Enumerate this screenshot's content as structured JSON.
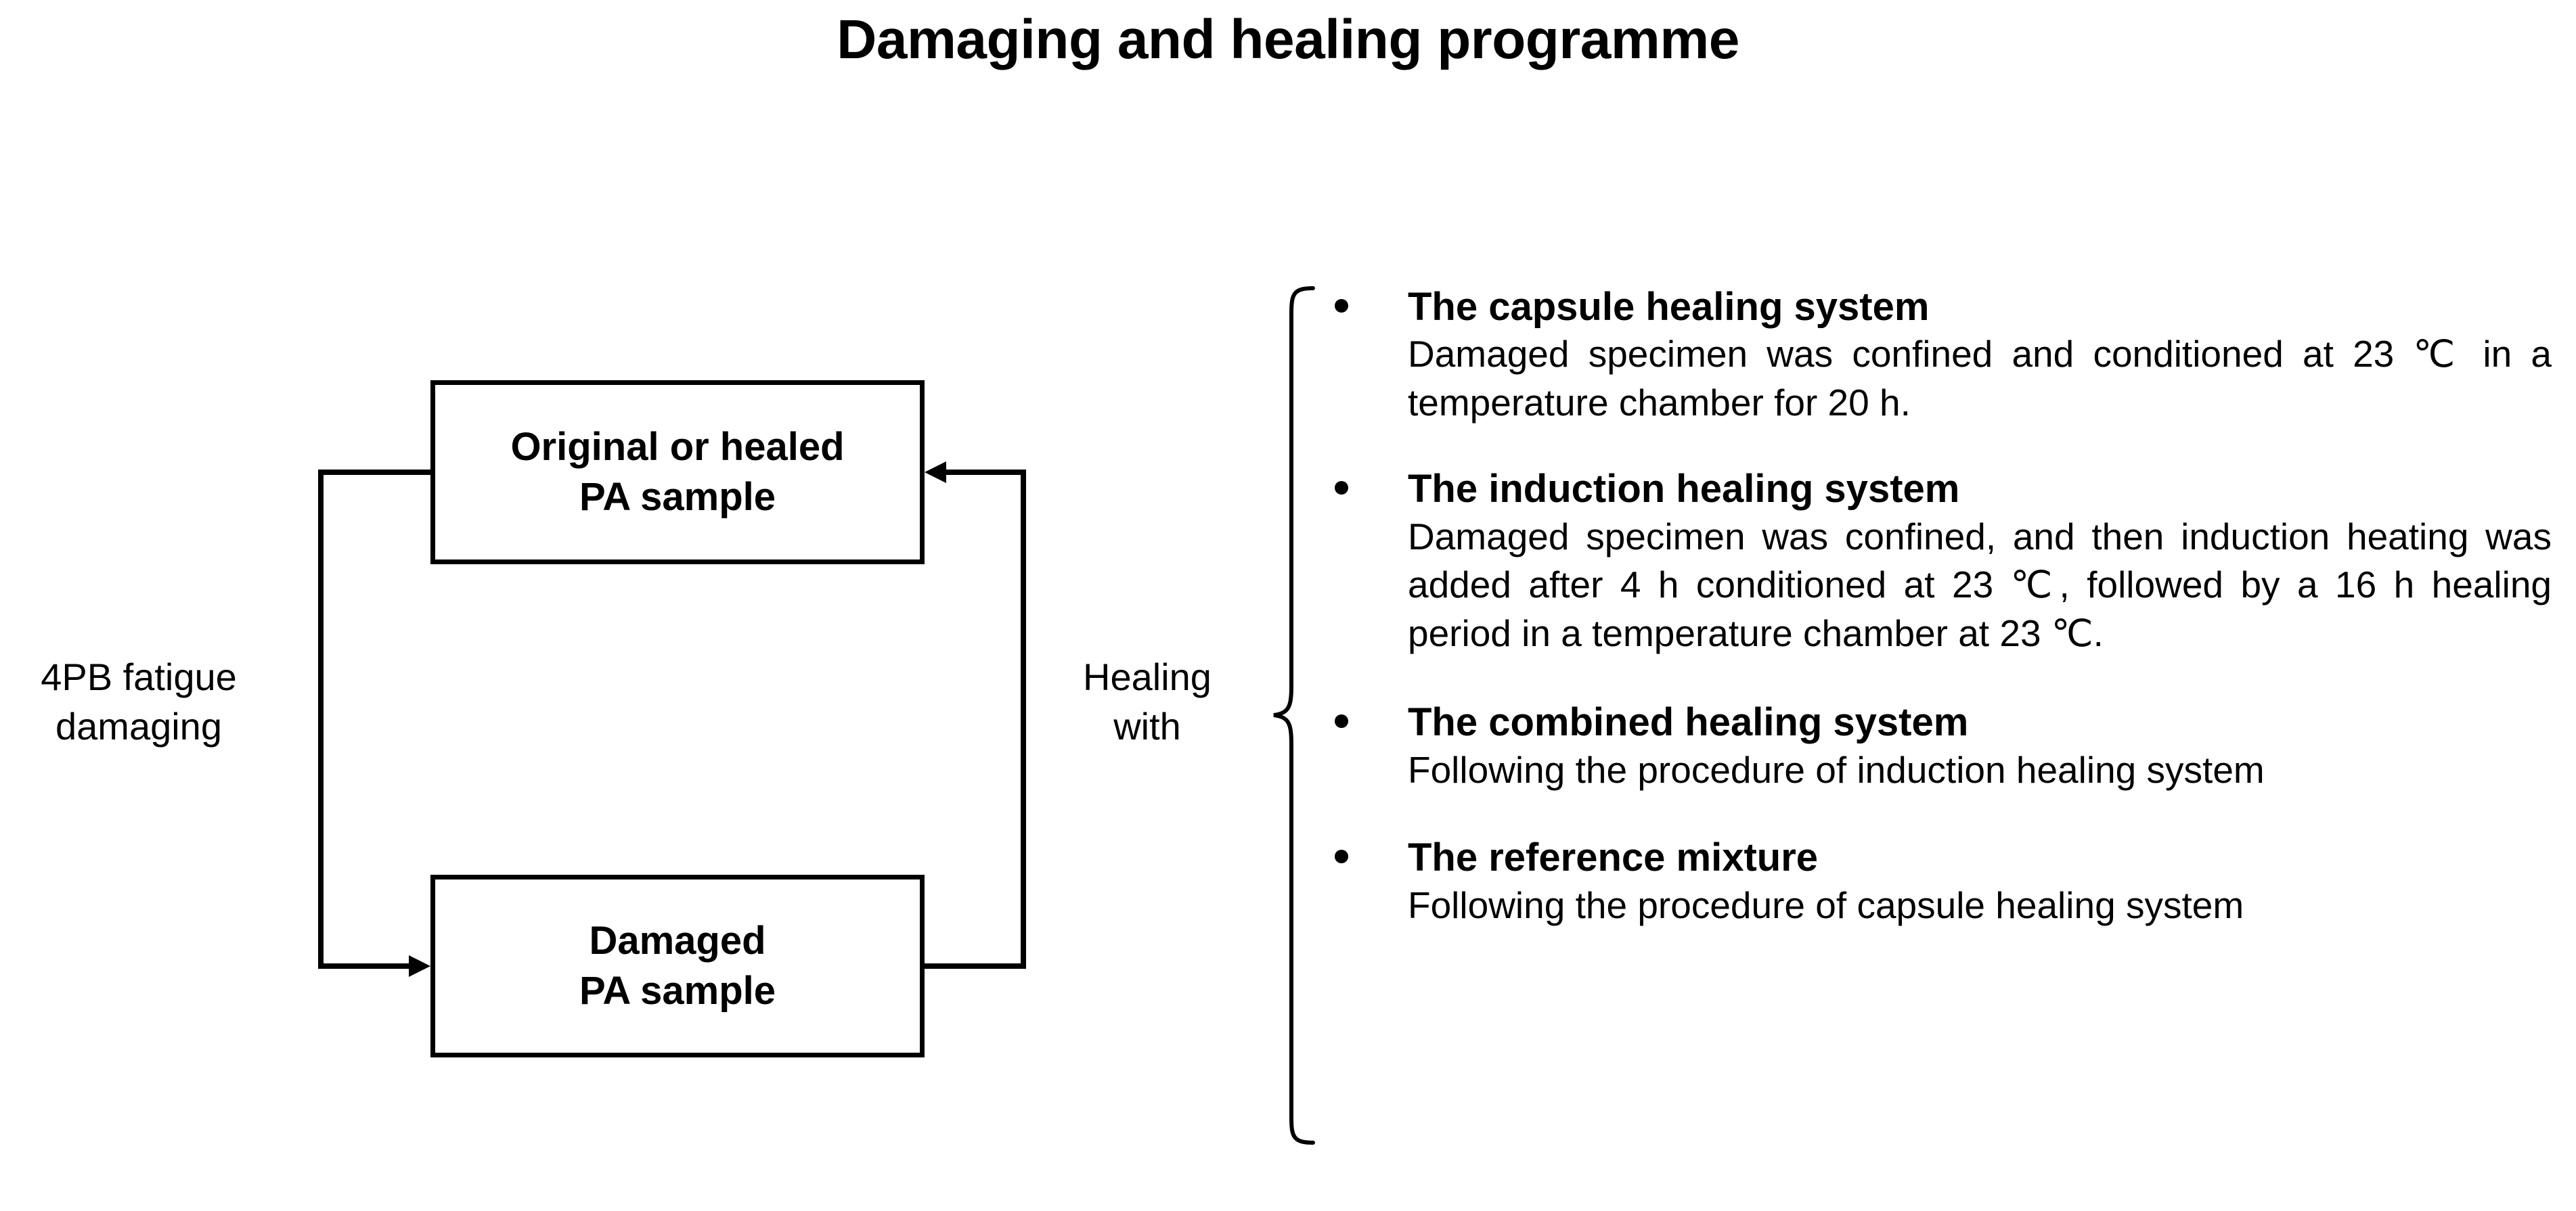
{
  "title": "Damaging and healing programme",
  "flowchart": {
    "boxes": [
      {
        "id": "original",
        "line1": "Original or healed",
        "line2": "PA sample"
      },
      {
        "id": "damaged",
        "line1": "Damaged",
        "line2": "PA sample"
      }
    ],
    "left_label": {
      "line1": "4PB fatigue",
      "line2": "damaging"
    },
    "right_label": {
      "line1": "Healing",
      "line2": "with"
    }
  },
  "systems": [
    {
      "heading": "The capsule healing system",
      "description": "Damaged specimen was confined and conditioned at 23 ℃ in a temperature chamber for 20 h.",
      "wrap": "justify"
    },
    {
      "heading": "The induction healing system",
      "description": "Damaged specimen was confined, and then induction heating was added after 4 h conditioned at 23 ℃, followed by a 16 h healing period in a temperature chamber at 23 ℃.",
      "wrap": "justify"
    },
    {
      "heading": "The combined healing system",
      "description": "Following the procedure of induction healing system",
      "wrap": "nowrap"
    },
    {
      "heading": "The reference mixture",
      "description": "Following the procedure of capsule healing system",
      "wrap": "nowrap"
    }
  ],
  "colors": {
    "stroke": "#000000",
    "background": "#ffffff"
  }
}
